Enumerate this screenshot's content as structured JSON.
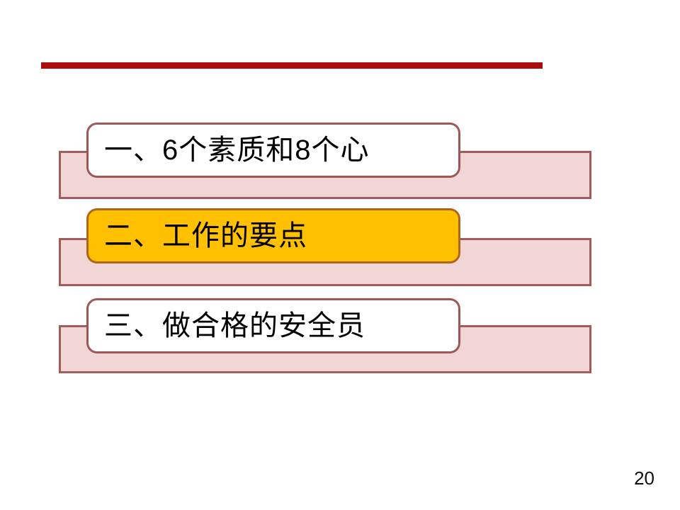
{
  "slide": {
    "background_color": "#FFFFFF",
    "accent_line_color": "#AC0D0D",
    "page_number": "20",
    "text_color": "#000000",
    "band": {
      "fill": "#F2D6D6",
      "border": "#A25C5C"
    },
    "items": [
      {
        "label": "一、6个素质和8个心",
        "fill": "#FFFFFF",
        "border": "#9E5757",
        "highlighted": false
      },
      {
        "label": "二、工作的要点",
        "fill": "#FFC000",
        "border": "#AB671C",
        "highlighted": true
      },
      {
        "label": "三、做合格的安全员",
        "fill": "#FFFFFF",
        "border": "#9E5757",
        "highlighted": false
      }
    ]
  }
}
